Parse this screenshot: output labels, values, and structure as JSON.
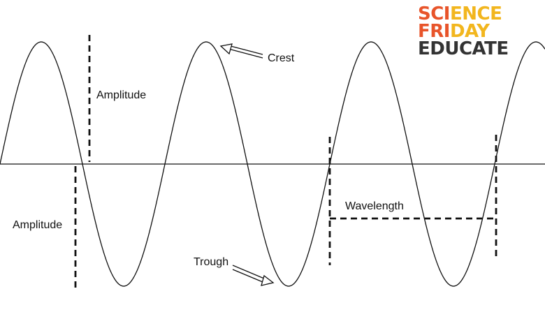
{
  "labels": {
    "crest": "Crest",
    "trough": "Trough",
    "amplitude_upper": "Amplitude",
    "amplitude_lower": "Amplitude",
    "wavelength": "Wavelength"
  },
  "logo": {
    "line1_a": "SCI",
    "line1_b": "ENCE",
    "line2_a": "FRI",
    "line2_b": "DAY",
    "line3": "EDUCATE"
  },
  "colors": {
    "stroke": "#111111",
    "logo_orange": "#e8542a",
    "logo_yellow": "#f2b61e",
    "logo_dark": "#333333"
  }
}
